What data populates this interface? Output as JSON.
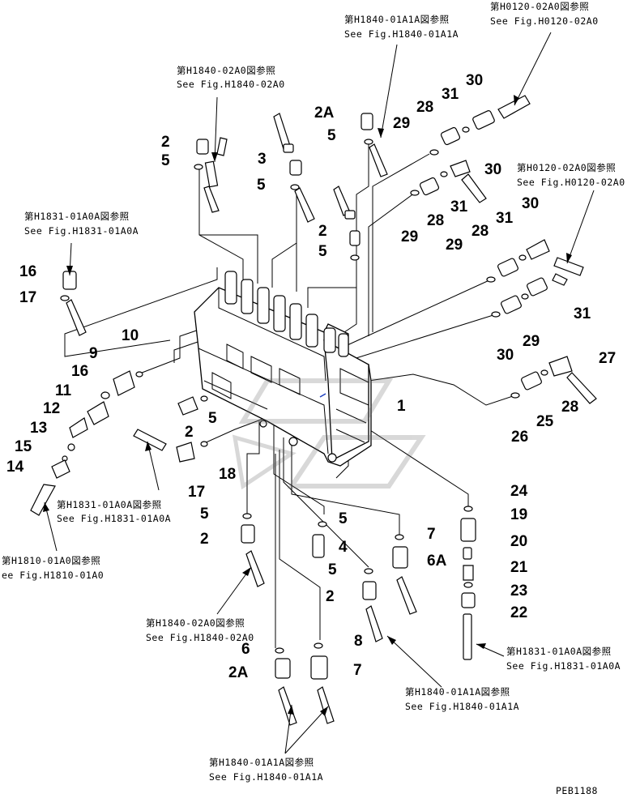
{
  "callouts": [
    "1",
    "2",
    "2",
    "2",
    "2",
    "2",
    "2A",
    "2A",
    "3",
    "4",
    "5",
    "5",
    "5",
    "5",
    "5",
    "5",
    "5",
    "5",
    "6",
    "6A",
    "7",
    "7",
    "8",
    "9",
    "10",
    "11",
    "12",
    "13",
    "14",
    "15",
    "16",
    "16",
    "17",
    "17",
    "18",
    "19",
    "20",
    "21",
    "22",
    "23",
    "24",
    "25",
    "26",
    "27",
    "28",
    "28",
    "28",
    "28",
    "29",
    "29",
    "29",
    "29",
    "30",
    "30",
    "30",
    "30",
    "31",
    "31",
    "31",
    "31"
  ],
  "references": [
    {
      "jp": "第H1840-01A1A図参照",
      "en": "See Fig.H1840-01A1A"
    },
    {
      "jp": "第H0120-02A0図参照",
      "en": "See Fig.H0120-02A0"
    },
    {
      "jp": "第H1840-02A0図参照",
      "en": "See Fig.H1840-02A0"
    },
    {
      "jp": "第H0120-02A0図参照",
      "en": "See Fig.H0120-02A0"
    },
    {
      "jp": "第H1831-01A0A図参照",
      "en": "See Fig.H1831-01A0A"
    },
    {
      "jp": "第H1831-01A0A図参照",
      "en": "See Fig.H1831-01A0A"
    },
    {
      "jp": "第H1810-01A0図参照",
      "en": "ee Fig.H1810-01A0"
    },
    {
      "jp": "第H1840-02A0図参照",
      "en": "See Fig.H1840-02A0"
    },
    {
      "jp": "第H1831-01A0A図参照",
      "en": "See Fig.H1831-01A0A"
    },
    {
      "jp": "第H1840-01A1A図参照",
      "en": "See Fig.H1840-01A1A"
    },
    {
      "jp": "第H1840-01A1A図参照",
      "en": "See Fig.H1840-01A1A"
    }
  ],
  "drawing_code": "PEB1188"
}
